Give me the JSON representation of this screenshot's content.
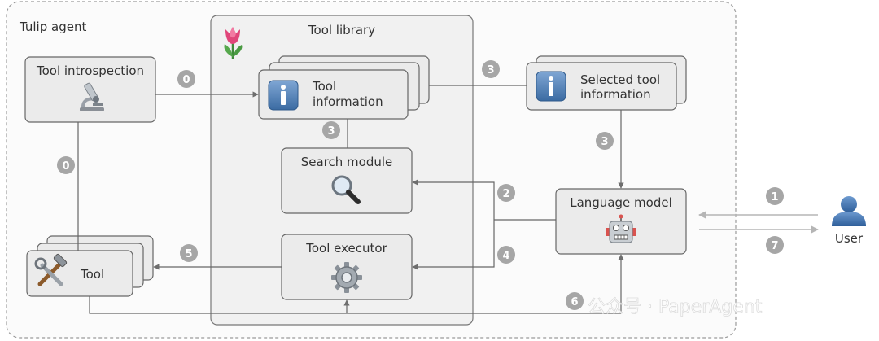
{
  "agent_label": "Tulip agent",
  "library_title": "Tool library",
  "boxes": {
    "introspection": "Tool introspection",
    "tool_info_line1": "Tool",
    "tool_info_line2": "information",
    "selected_line1": "Selected tool",
    "selected_line2": "information",
    "search": "Search module",
    "executor": "Tool executor",
    "language_model": "Language model",
    "tool": "Tool"
  },
  "user_label": "User",
  "badges": {
    "introspect_to_info": "0",
    "introspect_to_tool": "0",
    "info_to_selected": "3",
    "info_to_search": "3",
    "selected_to_lm": "3",
    "lm_to_search": "2",
    "lm_to_executor": "4",
    "executor_to_tool": "5",
    "tool_to_lm": "6",
    "user_to_lm": "1",
    "lm_to_user": "7"
  },
  "watermark": "公众号 · PaperAgent",
  "colors": {
    "box_fill": "#ebebeb",
    "box_stroke": "#666666",
    "library_fill": "#f1f1f1",
    "badge": "#a6a6a6",
    "arrow": "#8a8a8a",
    "info_icon": "#4a7ab0"
  },
  "icons": [
    "tulip-icon",
    "microscope-icon",
    "info-icon",
    "magnifier-icon",
    "gear-icon",
    "robot-icon",
    "tools-icon",
    "user-icon"
  ]
}
